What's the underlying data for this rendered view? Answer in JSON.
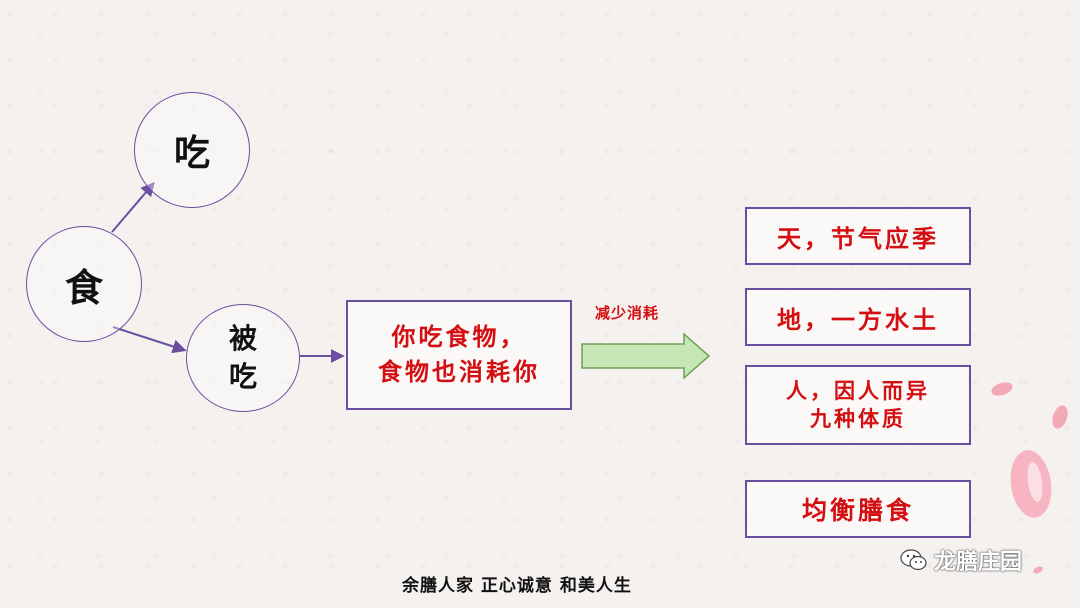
{
  "nodes": {
    "eat": "吃",
    "food": "食",
    "eaten": [
      "被",
      "吃"
    ]
  },
  "center_box": [
    "你吃食物，",
    "食物也消耗你"
  ],
  "arrow_label": "减少消耗",
  "right_boxes": [
    {
      "lines": [
        "天，节气应季"
      ]
    },
    {
      "lines": [
        "地，一方水土"
      ]
    },
    {
      "lines": [
        "人，因人而异",
        "九种体质"
      ]
    },
    {
      "lines": [
        "均衡膳食"
      ]
    }
  ],
  "footer": "余膳人家 正心诚意 和美人生",
  "watermark": {
    "icon": "wechat-icon",
    "text": "龙膳庄园"
  },
  "colors": {
    "accent": "#6a4ea0",
    "text_red": "#d40f12",
    "arrow_fill": "#c6e6b5",
    "arrow_stroke": "#6e9f55",
    "petal": "#f4a9b7"
  }
}
